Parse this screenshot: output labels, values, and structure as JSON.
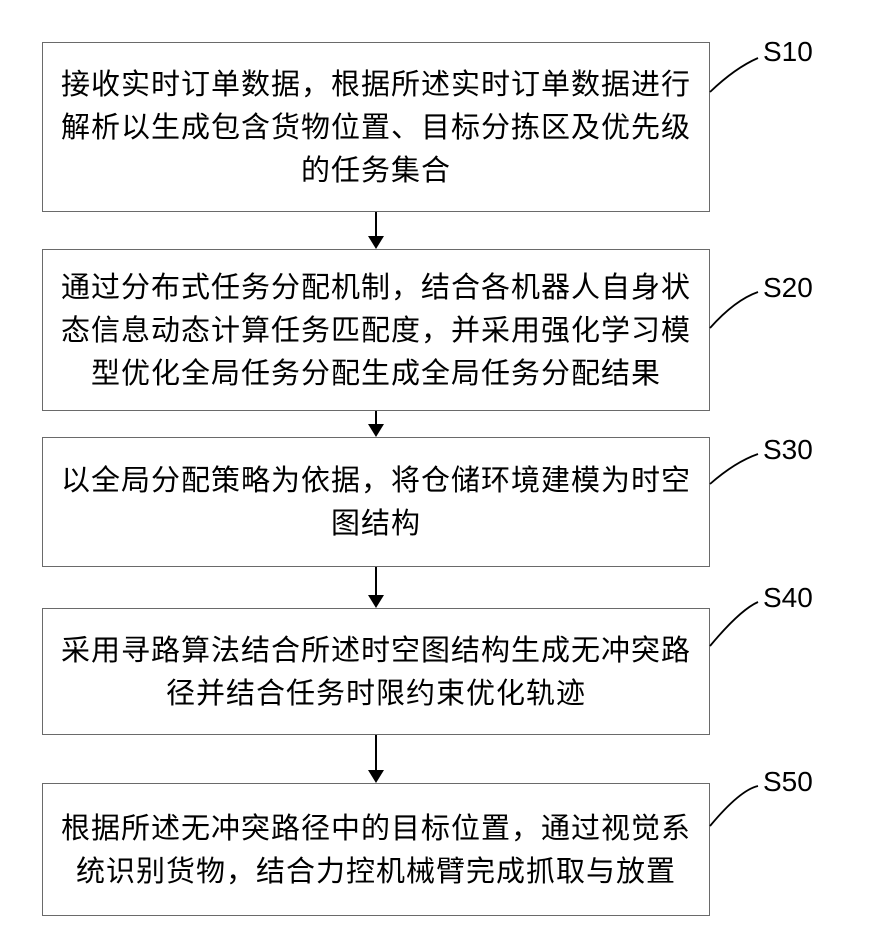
{
  "steps": [
    {
      "label": "S10",
      "text": "接收实时订单数据，根据所述实时订单数据进行解析以生成包含货物位置、目标分拣区及优先级的任务集合"
    },
    {
      "label": "S20",
      "text": "通过分布式任务分配机制，结合各机器人自身状态信息动态计算任务匹配度，并采用强化学习模型优化全局任务分配生成全局任务分配结果"
    },
    {
      "label": "S30",
      "text": "以全局分配策略为依据，将仓储环境建模为时空图结构"
    },
    {
      "label": "S40",
      "text": "采用寻路算法结合所述时空图结构生成无冲突路径并结合任务时限约束优化轨迹"
    },
    {
      "label": "S50",
      "text": "根据所述无冲突路径中的目标位置，通过视觉系统识别货物，结合力控机械臂完成抓取与放置"
    }
  ]
}
